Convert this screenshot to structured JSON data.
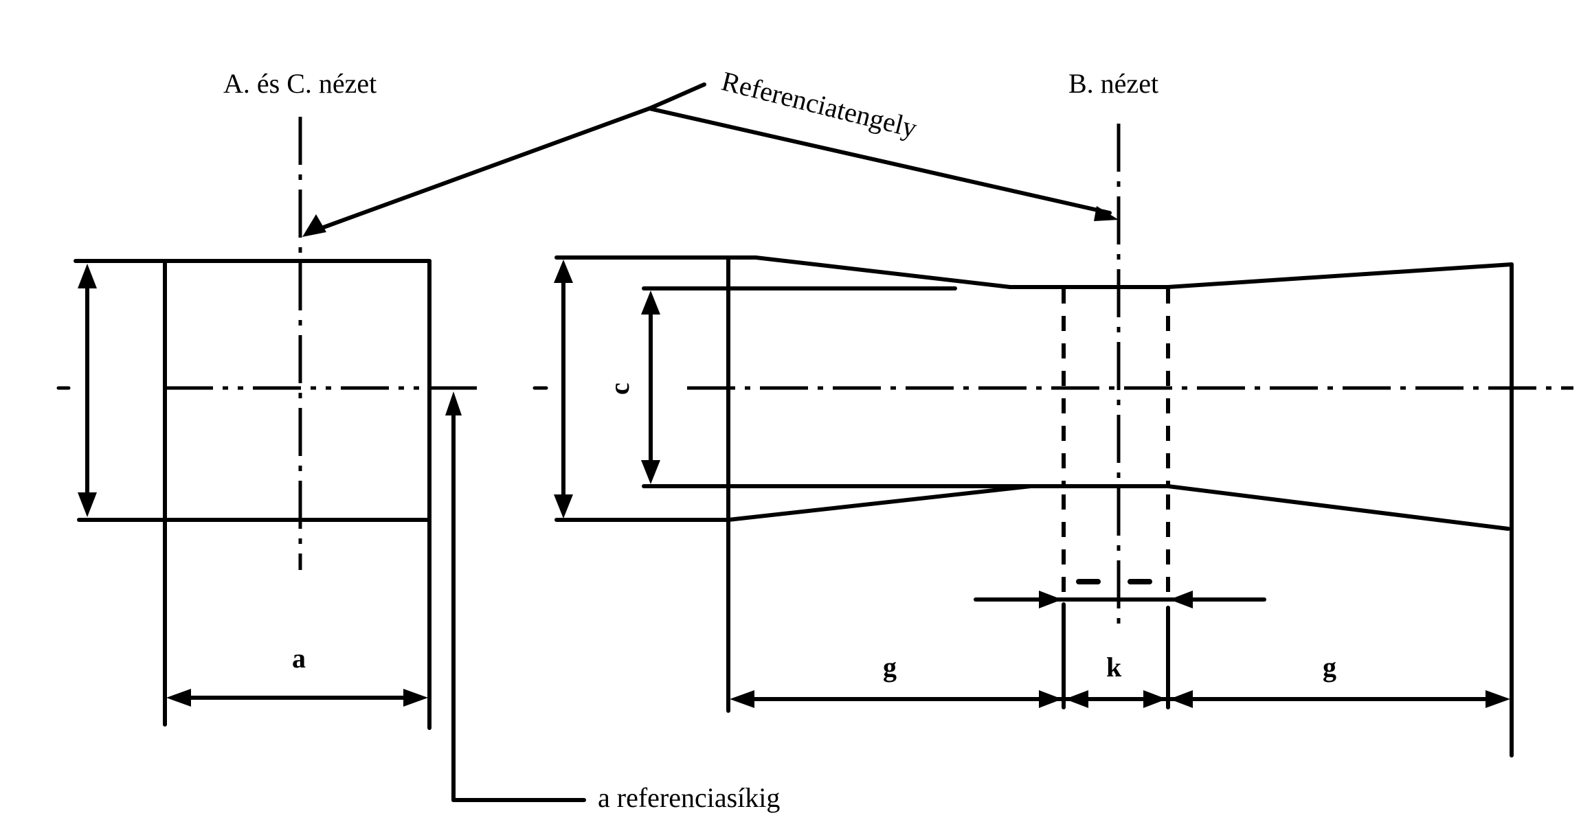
{
  "labels": {
    "view_ac": "A. és C. nézet",
    "view_b": "B. nézet",
    "reference_axis": "Referenciatengely",
    "to_reference_plane": "a referenciasíkig"
  },
  "dimensions": {
    "a": "a",
    "c": "c",
    "g_left": "g",
    "k": "k",
    "g_right": "g"
  },
  "colors": {
    "line": "#000000",
    "background": "#ffffff"
  }
}
